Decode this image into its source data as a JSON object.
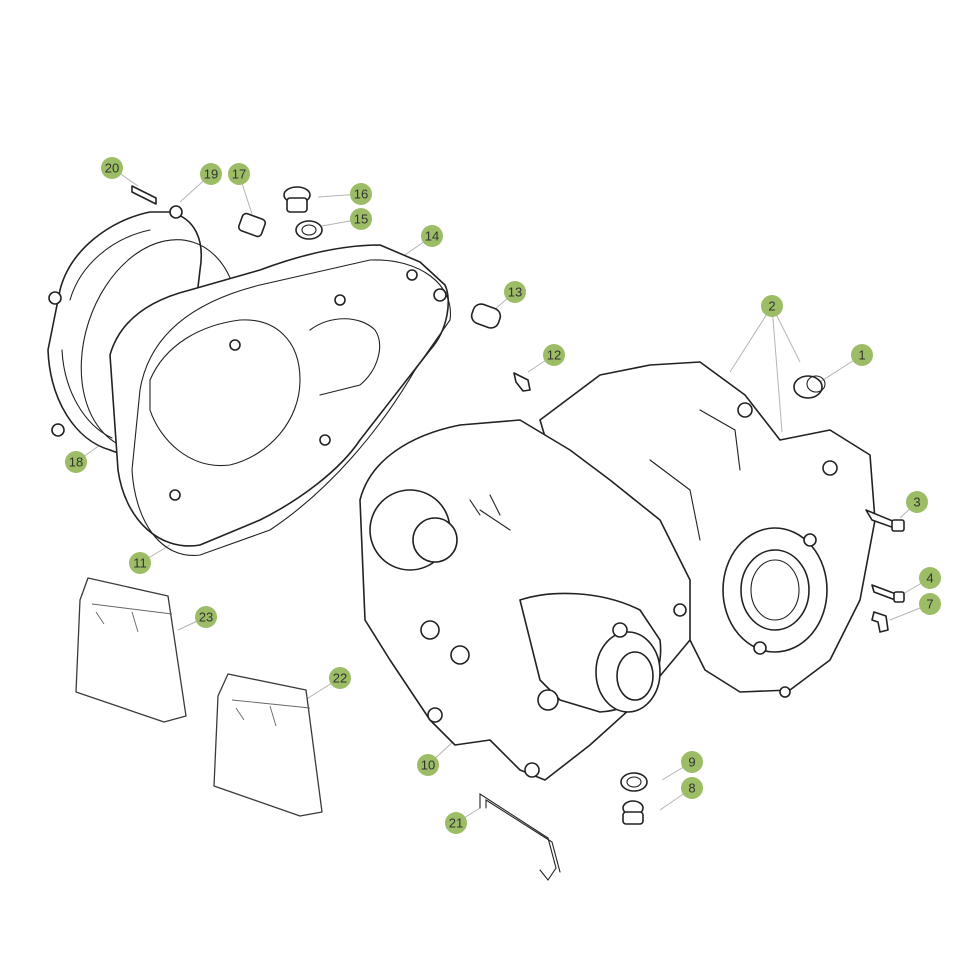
{
  "callouts": {
    "c1": "1",
    "c2": "2",
    "c3": "3",
    "c4": "4",
    "c7": "7",
    "c8": "8",
    "c9": "9",
    "c10": "10",
    "c11": "11",
    "c12": "12",
    "c13": "13",
    "c14": "14",
    "c15": "15",
    "c16": "16",
    "c17": "17",
    "c18": "18",
    "c19": "19",
    "c20": "20",
    "c21": "21",
    "c22": "22",
    "c23": "23"
  },
  "colors": {
    "callout_fill": "#9cbd66",
    "line": "#222222",
    "leader": "#b4b4b4"
  }
}
